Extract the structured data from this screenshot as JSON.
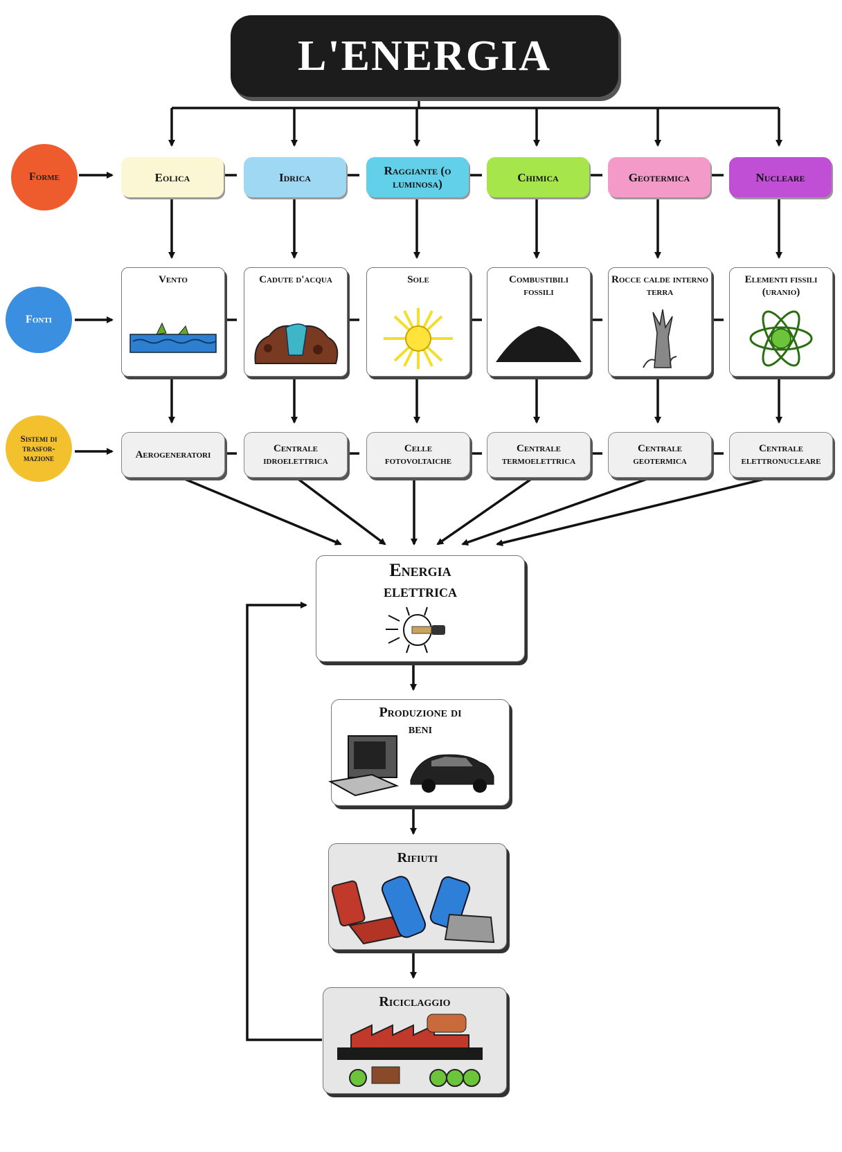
{
  "title": "L'ENERGIA",
  "row_labels": {
    "forme": "Forme",
    "fonti": "Fonti",
    "sistemi": "Sistemi di trasfor-mazione"
  },
  "forme": [
    {
      "label": "Eolica",
      "color": "#fbf7d4"
    },
    {
      "label": "Idrica",
      "color": "#9fd8f2"
    },
    {
      "label": "Raggiante (o luminosa)",
      "color": "#62d0e8"
    },
    {
      "label": "Chimica",
      "color": "#a6e64a"
    },
    {
      "label": "Geotermica",
      "color": "#f39ac8"
    },
    {
      "label": "Nucleare",
      "color": "#c04fd6"
    }
  ],
  "fonti": [
    {
      "label": "Vento",
      "icon": "wind-sea-icon"
    },
    {
      "label": "Cadute d'acqua",
      "icon": "waterfall-icon"
    },
    {
      "label": "Sole",
      "icon": "sun-icon"
    },
    {
      "label": "Combustibili fossili",
      "icon": "coal-pile-icon"
    },
    {
      "label": "Rocce calde interno terra",
      "icon": "geyser-icon"
    },
    {
      "label": "Elementi fissili (uranio)",
      "icon": "atom-icon"
    }
  ],
  "sistemi": [
    {
      "label": "Aerogeneratori"
    },
    {
      "label": "Centrale idroelettrica"
    },
    {
      "label": "Celle fotovoltaiche"
    },
    {
      "label": "Centrale termoelettrica"
    },
    {
      "label": "Centrale geotermica"
    },
    {
      "label": "Centrale elettronucleare"
    }
  ],
  "chain": {
    "energia": {
      "label": "Energia elettrica",
      "icon": "light-bulb-icon"
    },
    "produzione": {
      "label": "Produzione di beni",
      "icon": "computer-and-car-icon"
    },
    "rifiuti": {
      "label": "Rifiuti",
      "icon": "waste-icon"
    },
    "riciclaggio": {
      "label": "Riciclaggio",
      "icon": "recycling-plant-icon"
    }
  }
}
